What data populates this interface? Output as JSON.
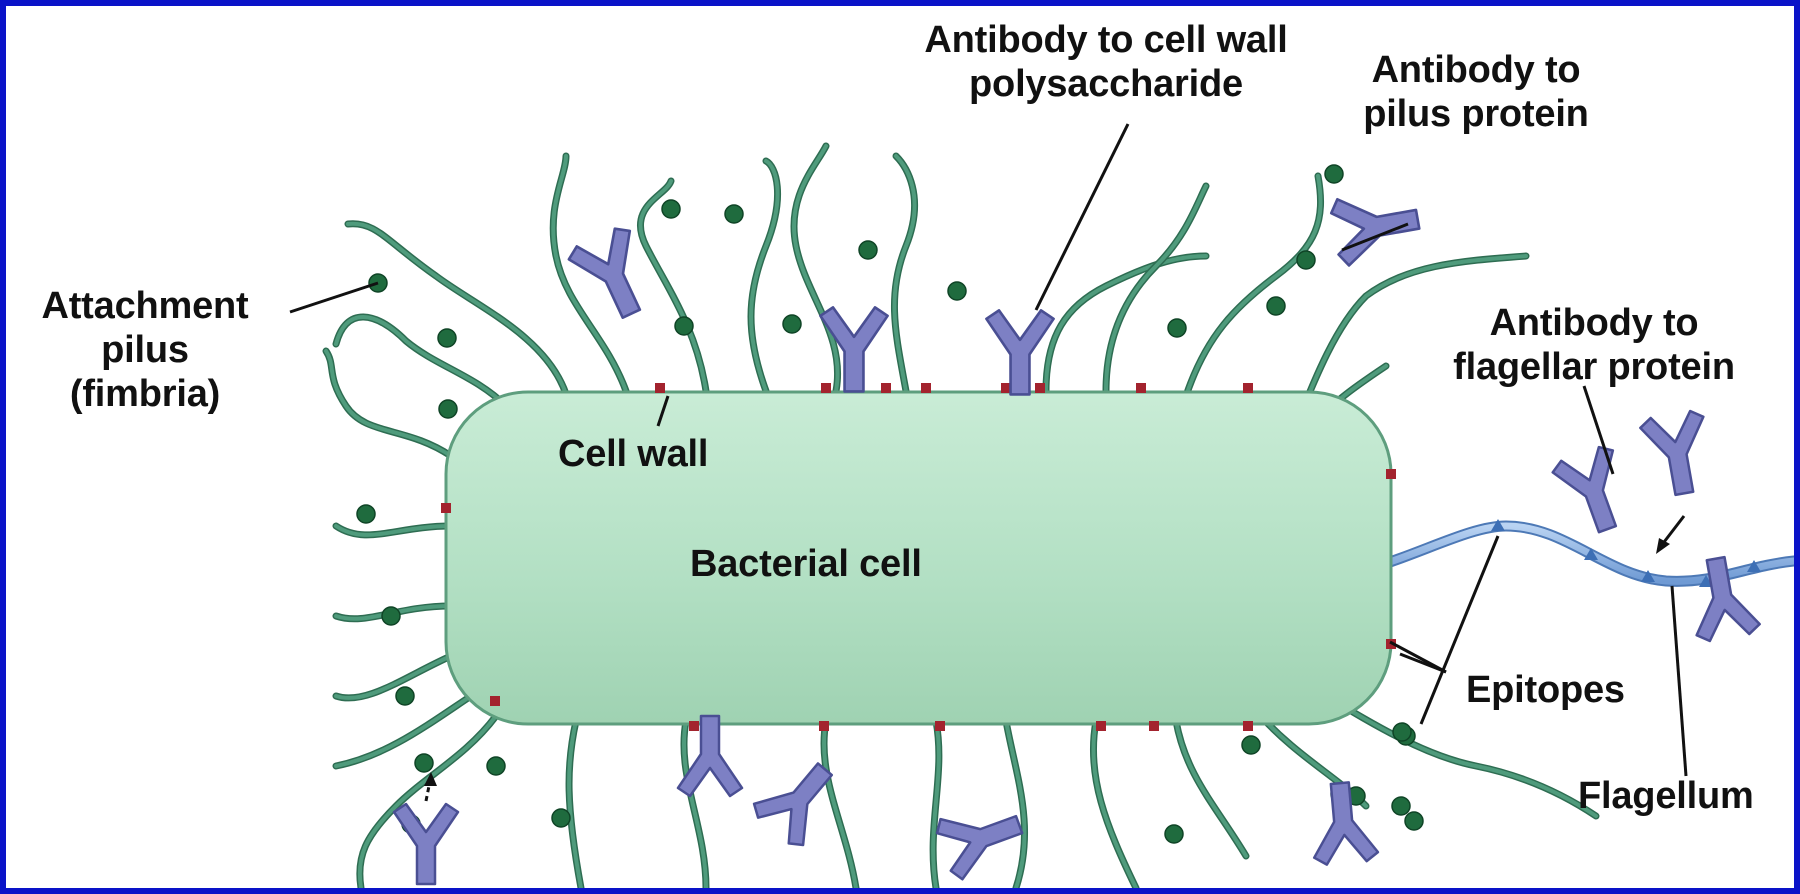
{
  "labels": {
    "antibody_cell_wall": [
      "Antibody to cell wall",
      "polysaccharide"
    ],
    "antibody_pilus": [
      "Antibody to",
      "pilus protein"
    ],
    "attachment_pilus": [
      "Attachment",
      "pilus",
      "(fimbria)"
    ],
    "antibody_flagellar": [
      "Antibody to",
      "flagellar protein"
    ],
    "cell_wall": "Cell wall",
    "bacterial_cell": "Bacterial cell",
    "epitopes": "Epitopes",
    "flagellum": "Flagellum"
  },
  "colors": {
    "frame": "#0a13c8",
    "cell_fill": "#b9e3c9",
    "cell_stroke": "#5e9e7e",
    "pilus": "#4f9b7c",
    "pilus_bead": "#1f6b3e",
    "epitope_wall": "#a3232e",
    "antibody": "#7d80c4",
    "antibody_stroke": "#4a4f93",
    "flagellum": "#86afe0",
    "leader": "#111111"
  },
  "icons": {
    "antibody": "y-shaped-antibody-icon",
    "bead": "epitope-bead-icon"
  }
}
